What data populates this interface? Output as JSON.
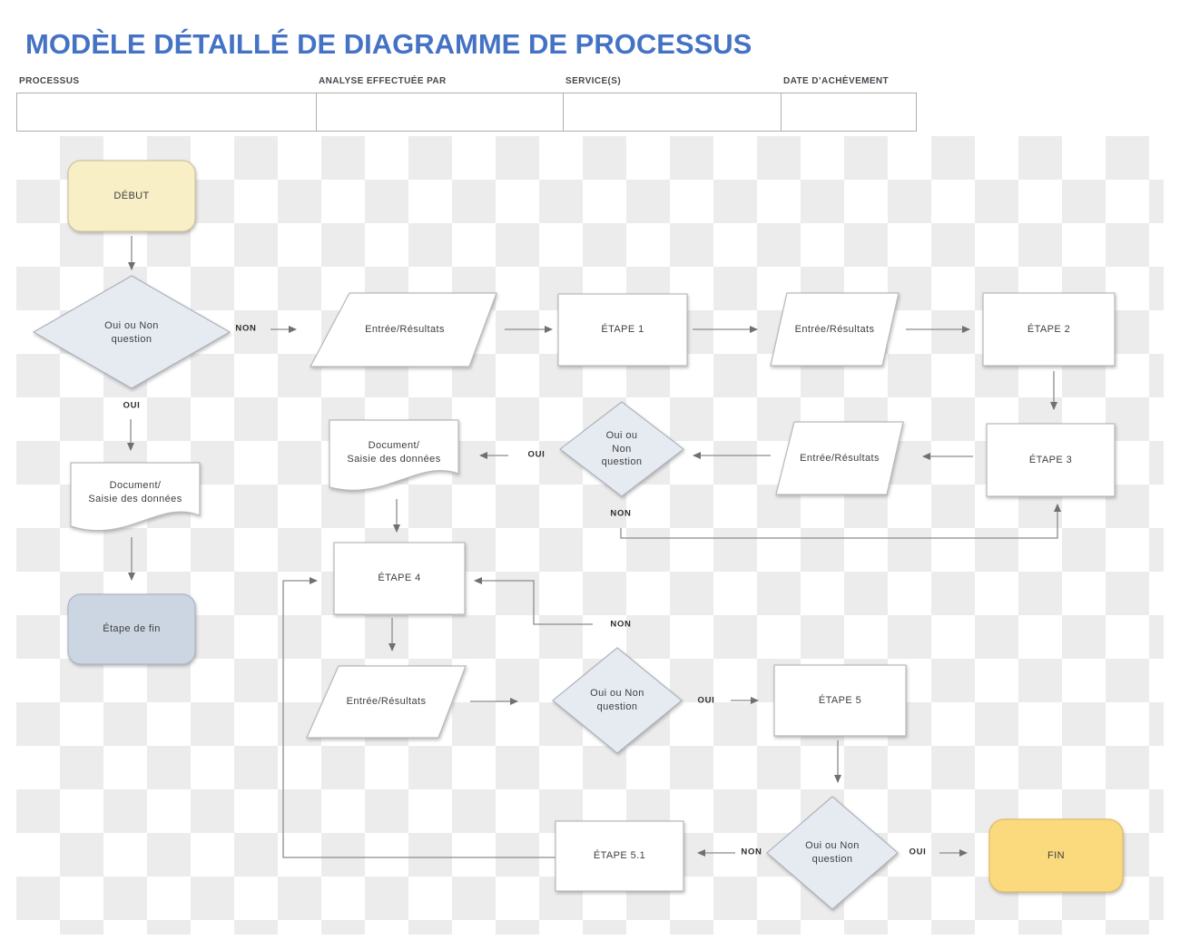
{
  "title": "MODÈLE DÉTAILLÉ DE DIAGRAMME DE PROCESSUS",
  "meta": {
    "fields": [
      {
        "label": "PROCESSUS",
        "value": ""
      },
      {
        "label": "ANALYSE EFFECTUÉE PAR",
        "value": ""
      },
      {
        "label": "SERVICE(S)",
        "value": ""
      },
      {
        "label": "DATE D’ACHÈVEMENT",
        "value": ""
      }
    ]
  },
  "flowchart": {
    "nodes": {
      "debut": {
        "label": "DÉBUT",
        "type": "start"
      },
      "q1": {
        "label": "Oui ou Non\nquestion",
        "type": "decision"
      },
      "doc1": {
        "label": "Document/\nSaisie des données",
        "type": "document"
      },
      "etape_fin": {
        "label": "Étape de fin",
        "type": "terminator"
      },
      "p1": {
        "label": "Entrée/Résultats",
        "type": "input-output"
      },
      "s1": {
        "label": "ÉTAPE 1",
        "type": "process"
      },
      "p2": {
        "label": "Entrée/Résultats",
        "type": "input-output"
      },
      "s2": {
        "label": "ÉTAPE 2",
        "type": "process"
      },
      "s3": {
        "label": "ÉTAPE 3",
        "type": "process"
      },
      "p3": {
        "label": "Entrée/Résultats",
        "type": "input-output"
      },
      "q2": {
        "label": "Oui ou\nNon\nquestion",
        "type": "decision"
      },
      "doc2": {
        "label": "Document/\nSaisie des données",
        "type": "document"
      },
      "s4": {
        "label": "ÉTAPE 4",
        "type": "process"
      },
      "p4": {
        "label": "Entrée/Résultats",
        "type": "input-output"
      },
      "q3": {
        "label": "Oui ou Non\nquestion",
        "type": "decision"
      },
      "s5": {
        "label": "ÉTAPE 5",
        "type": "process"
      },
      "q4": {
        "label": "Oui ou Non\nquestion",
        "type": "decision"
      },
      "s51": {
        "label": "ÉTAPE 5.1",
        "type": "process"
      },
      "fin": {
        "label": "FIN",
        "type": "end"
      }
    },
    "branch_labels": {
      "non1": "NON",
      "oui1": "OUI",
      "oui2": "OUI",
      "non2": "NON",
      "non3": "NON",
      "oui3": "OUI",
      "non4": "NON",
      "oui4": "OUI"
    },
    "colors": {
      "title_blue": "#4472C4",
      "start_fill": "#F9EFC7",
      "fin_fill": "#FBD97D",
      "terminator_fill": "#CCD6E3",
      "decision_fill": "#E6EBF2",
      "process_fill": "#FFFFFF",
      "connector_grey": "#8C8C8C",
      "checker_grey": "#ECECEC"
    }
  }
}
